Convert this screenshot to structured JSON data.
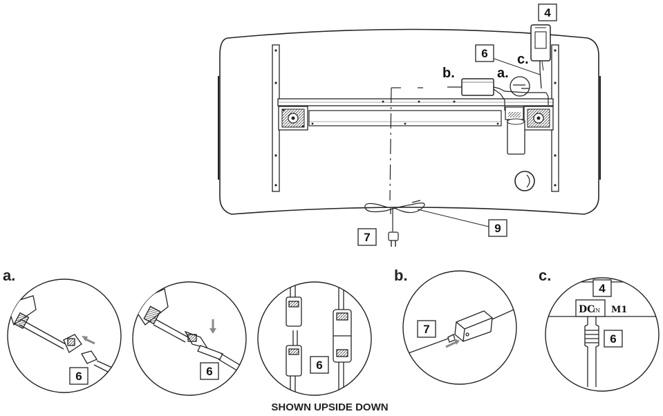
{
  "caption": "SHOWN UPSIDE DOWN",
  "sections": {
    "a": "a.",
    "b": "b.",
    "c": "c."
  },
  "callouts": {
    "label_4": "4",
    "label_6": "6",
    "label_7": "7",
    "label_9": "9",
    "marker_a": "a.",
    "marker_b": "b.",
    "marker_c": "c."
  },
  "detail_a": {
    "label_1": "6",
    "label_2": "6",
    "label_3": "6"
  },
  "detail_b": {
    "label": "7"
  },
  "detail_c": {
    "label_top": "4",
    "label_bottom": "6",
    "port_dc": "DC",
    "port_in": "IN",
    "port_m1": "M1"
  }
}
